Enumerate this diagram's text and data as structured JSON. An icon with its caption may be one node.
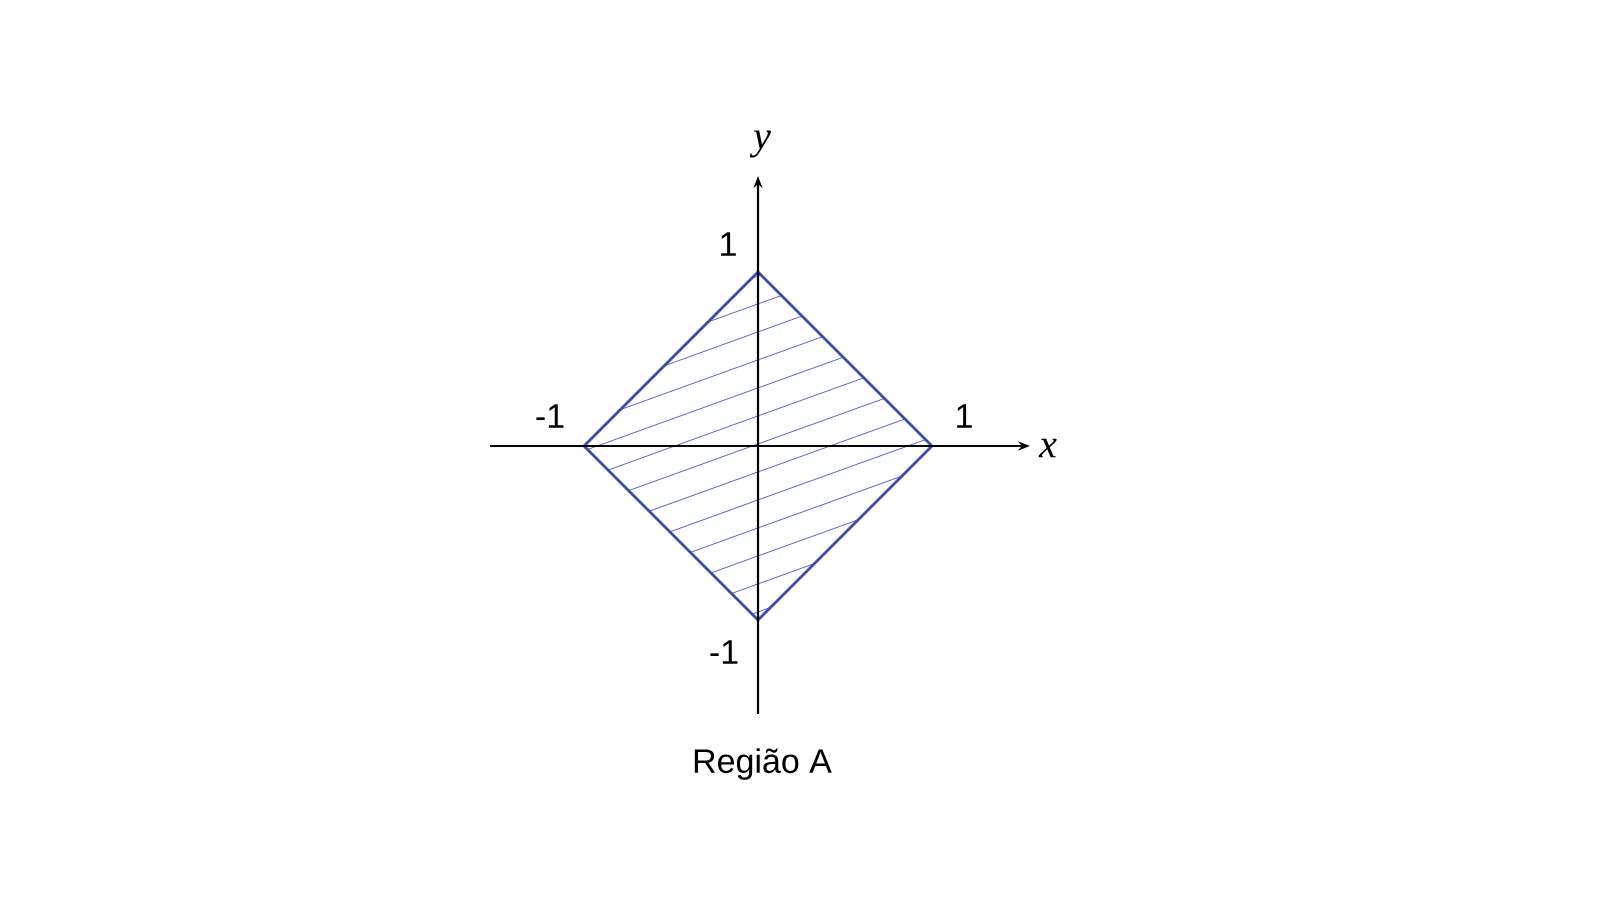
{
  "diagram": {
    "caption": "Região A",
    "labels": [
      "y",
      "1",
      "-1",
      "1",
      "x",
      "-1"
    ]
  }
}
